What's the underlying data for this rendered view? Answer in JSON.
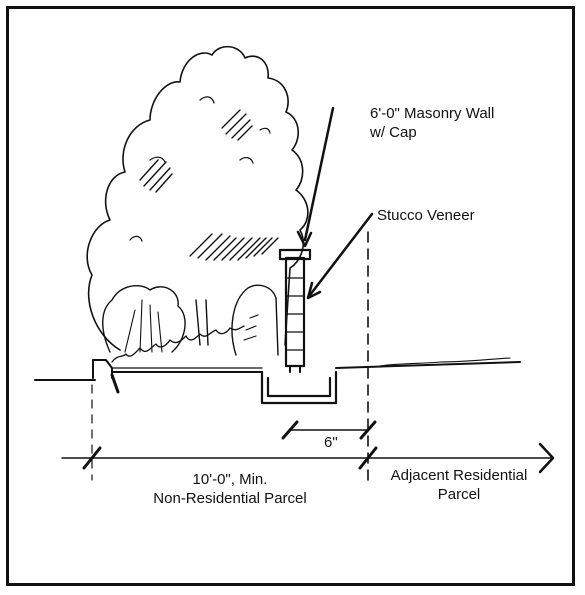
{
  "labels": {
    "wall_line1": "6'-0\" Masonry Wall",
    "wall_line2": "w/ Cap",
    "stucco": "Stucco Veneer",
    "offset": "6\"",
    "setback_line1": "10'-0\", Min.",
    "setback_line2": "Non-Residential Parcel",
    "adjacent_line1": "Adjacent Residential",
    "adjacent_line2": "Parcel"
  },
  "colors": {
    "ink": "#111111",
    "paper": "#ffffff"
  }
}
